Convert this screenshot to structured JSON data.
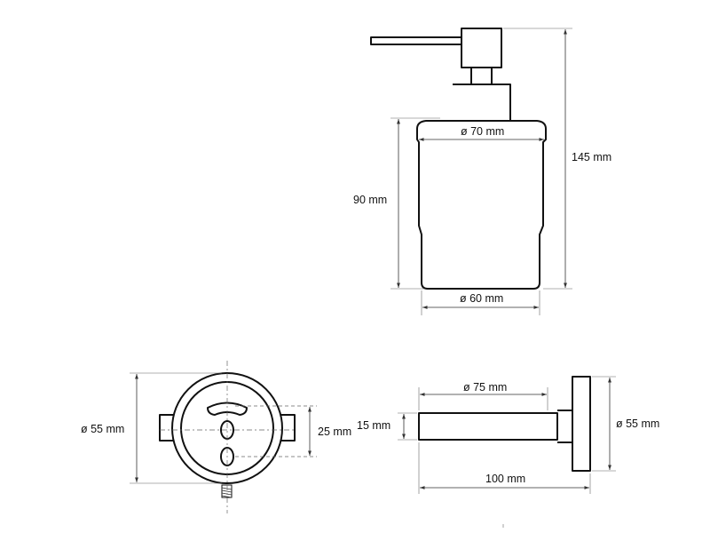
{
  "colors": {
    "line": "#111111",
    "dimension": "#333333",
    "background": "#ffffff"
  },
  "dispenser": {
    "height_total": "145 mm",
    "height_container": "90 mm",
    "diameter_top": "ø 70 mm",
    "diameter_bottom": "ø 60 mm"
  },
  "holder_front": {
    "diameter": "ø 55 mm",
    "hole_spacing": "25 mm"
  },
  "holder_side": {
    "ring_diameter": "ø 75 mm",
    "thickness": "15 mm",
    "plate_diameter": "ø 55 mm",
    "projection": "100 mm"
  }
}
